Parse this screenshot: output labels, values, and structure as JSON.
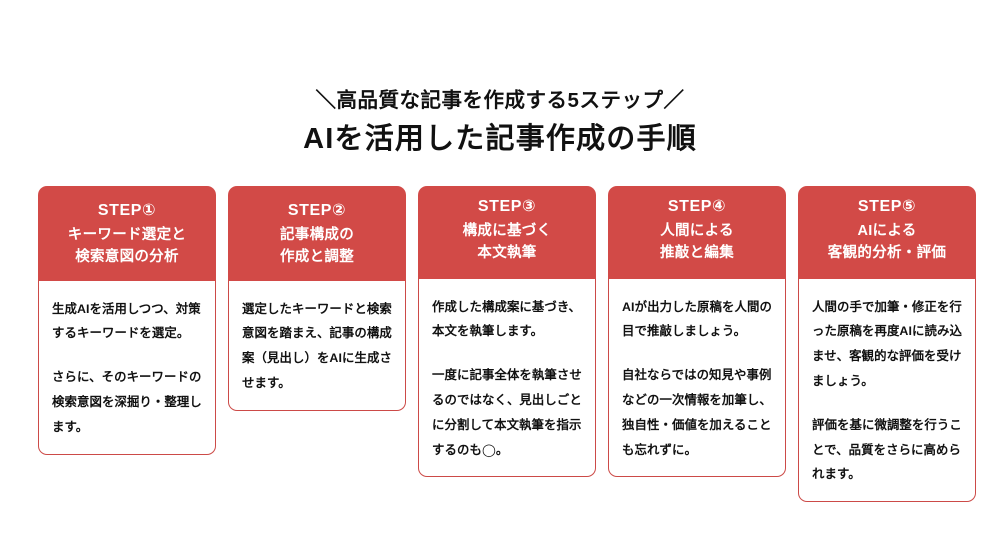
{
  "heading": {
    "eyebrow": "＼高品質な記事を作成する5ステップ／",
    "title": "AIを活用した記事作成の手順"
  },
  "colors": {
    "accent_red": "#d24a47",
    "border_red": "#cc4a47",
    "text_dark": "#111111",
    "background": "#ffffff"
  },
  "steps": [
    {
      "label": "STEP①",
      "title": "キーワード選定と\n検索意図の分析",
      "paragraphs": [
        "生成AIを活用しつつ、対策するキーワードを選定。",
        "さらに、そのキーワードの検索意図を深掘り・整理します。"
      ]
    },
    {
      "label": "STEP②",
      "title": "記事構成の\n作成と調整",
      "paragraphs": [
        "選定したキーワードと検索意図を踏まえ、記事の構成案（見出し）をAIに生成させます。"
      ]
    },
    {
      "label": "STEP③",
      "title": "構成に基づく\n本文執筆",
      "paragraphs": [
        "作成した構成案に基づき、本文を執筆します。",
        "一度に記事全体を執筆させるのではなく、見出しごとに分割して本文執筆を指示するのも◯。"
      ]
    },
    {
      "label": "STEP④",
      "title": "人間による\n推敲と編集",
      "paragraphs": [
        "AIが出力した原稿を人間の目で推敲しましょう。",
        "自社ならではの知見や事例などの一次情報を加筆し、独自性・価値を加えることも忘れずに。"
      ]
    },
    {
      "label": "STEP⑤",
      "title": "AIによる\n客観的分析・評価",
      "paragraphs": [
        "人間の手で加筆・修正を行った原稿を再度AIに読み込ませ、客観的な評価を受けましょう。",
        "評価を基に微調整を行うことで、品質をさらに高められます。"
      ]
    }
  ]
}
